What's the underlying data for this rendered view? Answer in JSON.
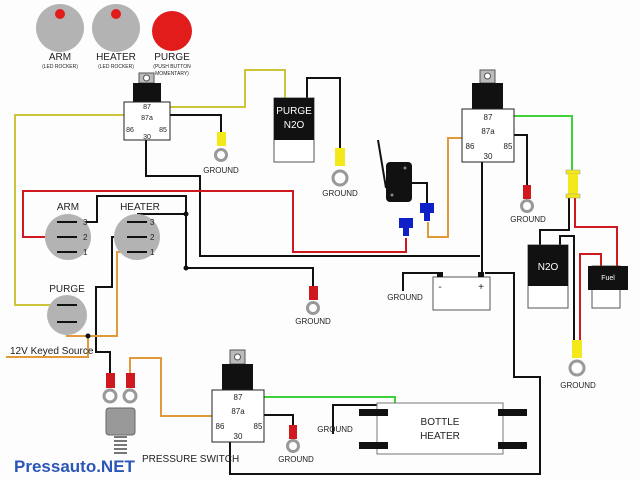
{
  "colors": {
    "wire_black": "#111111",
    "wire_red": "#d0191f",
    "wire_yellow": "#cfc33a",
    "wire_orange": "#e09a3a",
    "wire_green": "#3fd13a",
    "knob_gray": "#b3b3b3",
    "led_red": "#e21b1b",
    "terminal_blue": "#1020c8",
    "terminal_yellow": "#f2e81a",
    "watermark": "#2b55b8"
  },
  "panel": {
    "arm": {
      "label": "ARM",
      "sub": "(LED ROCKER)"
    },
    "heater": {
      "label": "HEATER",
      "sub": "(LED ROCKER)"
    },
    "purge": {
      "label": "PURGE",
      "sub1": "(PUSH BUTTON",
      "sub2": "MOMENTARY)"
    }
  },
  "relay_pins": {
    "p87": "87",
    "p87a": "87a",
    "p86": "86",
    "p85": "85",
    "p30": "30"
  },
  "switches": {
    "arm": {
      "label": "ARM",
      "pins": [
        "3",
        "2",
        "1"
      ]
    },
    "heater": {
      "label": "HEATER",
      "pins": [
        "3",
        "2",
        "1"
      ]
    },
    "purge": {
      "label": "PURGE"
    }
  },
  "components": {
    "purge_solenoid": {
      "line1": "PURGE",
      "line2": "N2O"
    },
    "n2o_solenoid": {
      "label": "N2O"
    },
    "fuel_solenoid": {
      "label": "Fuel"
    },
    "battery": {
      "neg": "-",
      "pos": "+"
    },
    "bottle_heater": {
      "line1": "BOTTLE",
      "line2": "HEATER"
    },
    "pressure_switch": {
      "label": "PRESSURE SWITCH"
    },
    "keyed_source": {
      "label": "12V Keyed Source"
    }
  },
  "ground_label": "GROUND",
  "watermark": "Pressauto.NET"
}
